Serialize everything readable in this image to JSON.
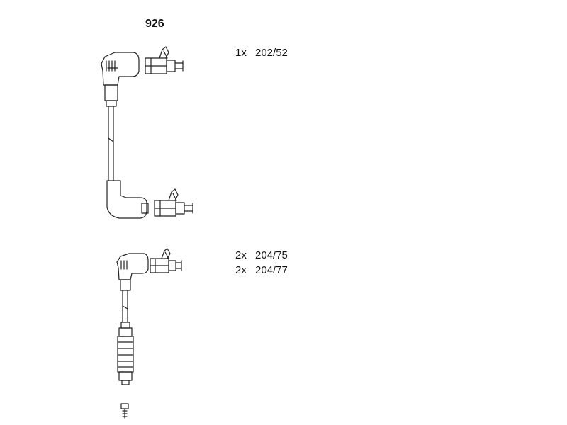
{
  "set_number": "926",
  "parts": [
    {
      "qty": "1x",
      "code": "202/52"
    },
    {
      "qty": "2x",
      "code": "204/75"
    },
    {
      "qty": "2x",
      "code": "204/77"
    }
  ],
  "colors": {
    "line": "#222222",
    "background": "#ffffff"
  }
}
